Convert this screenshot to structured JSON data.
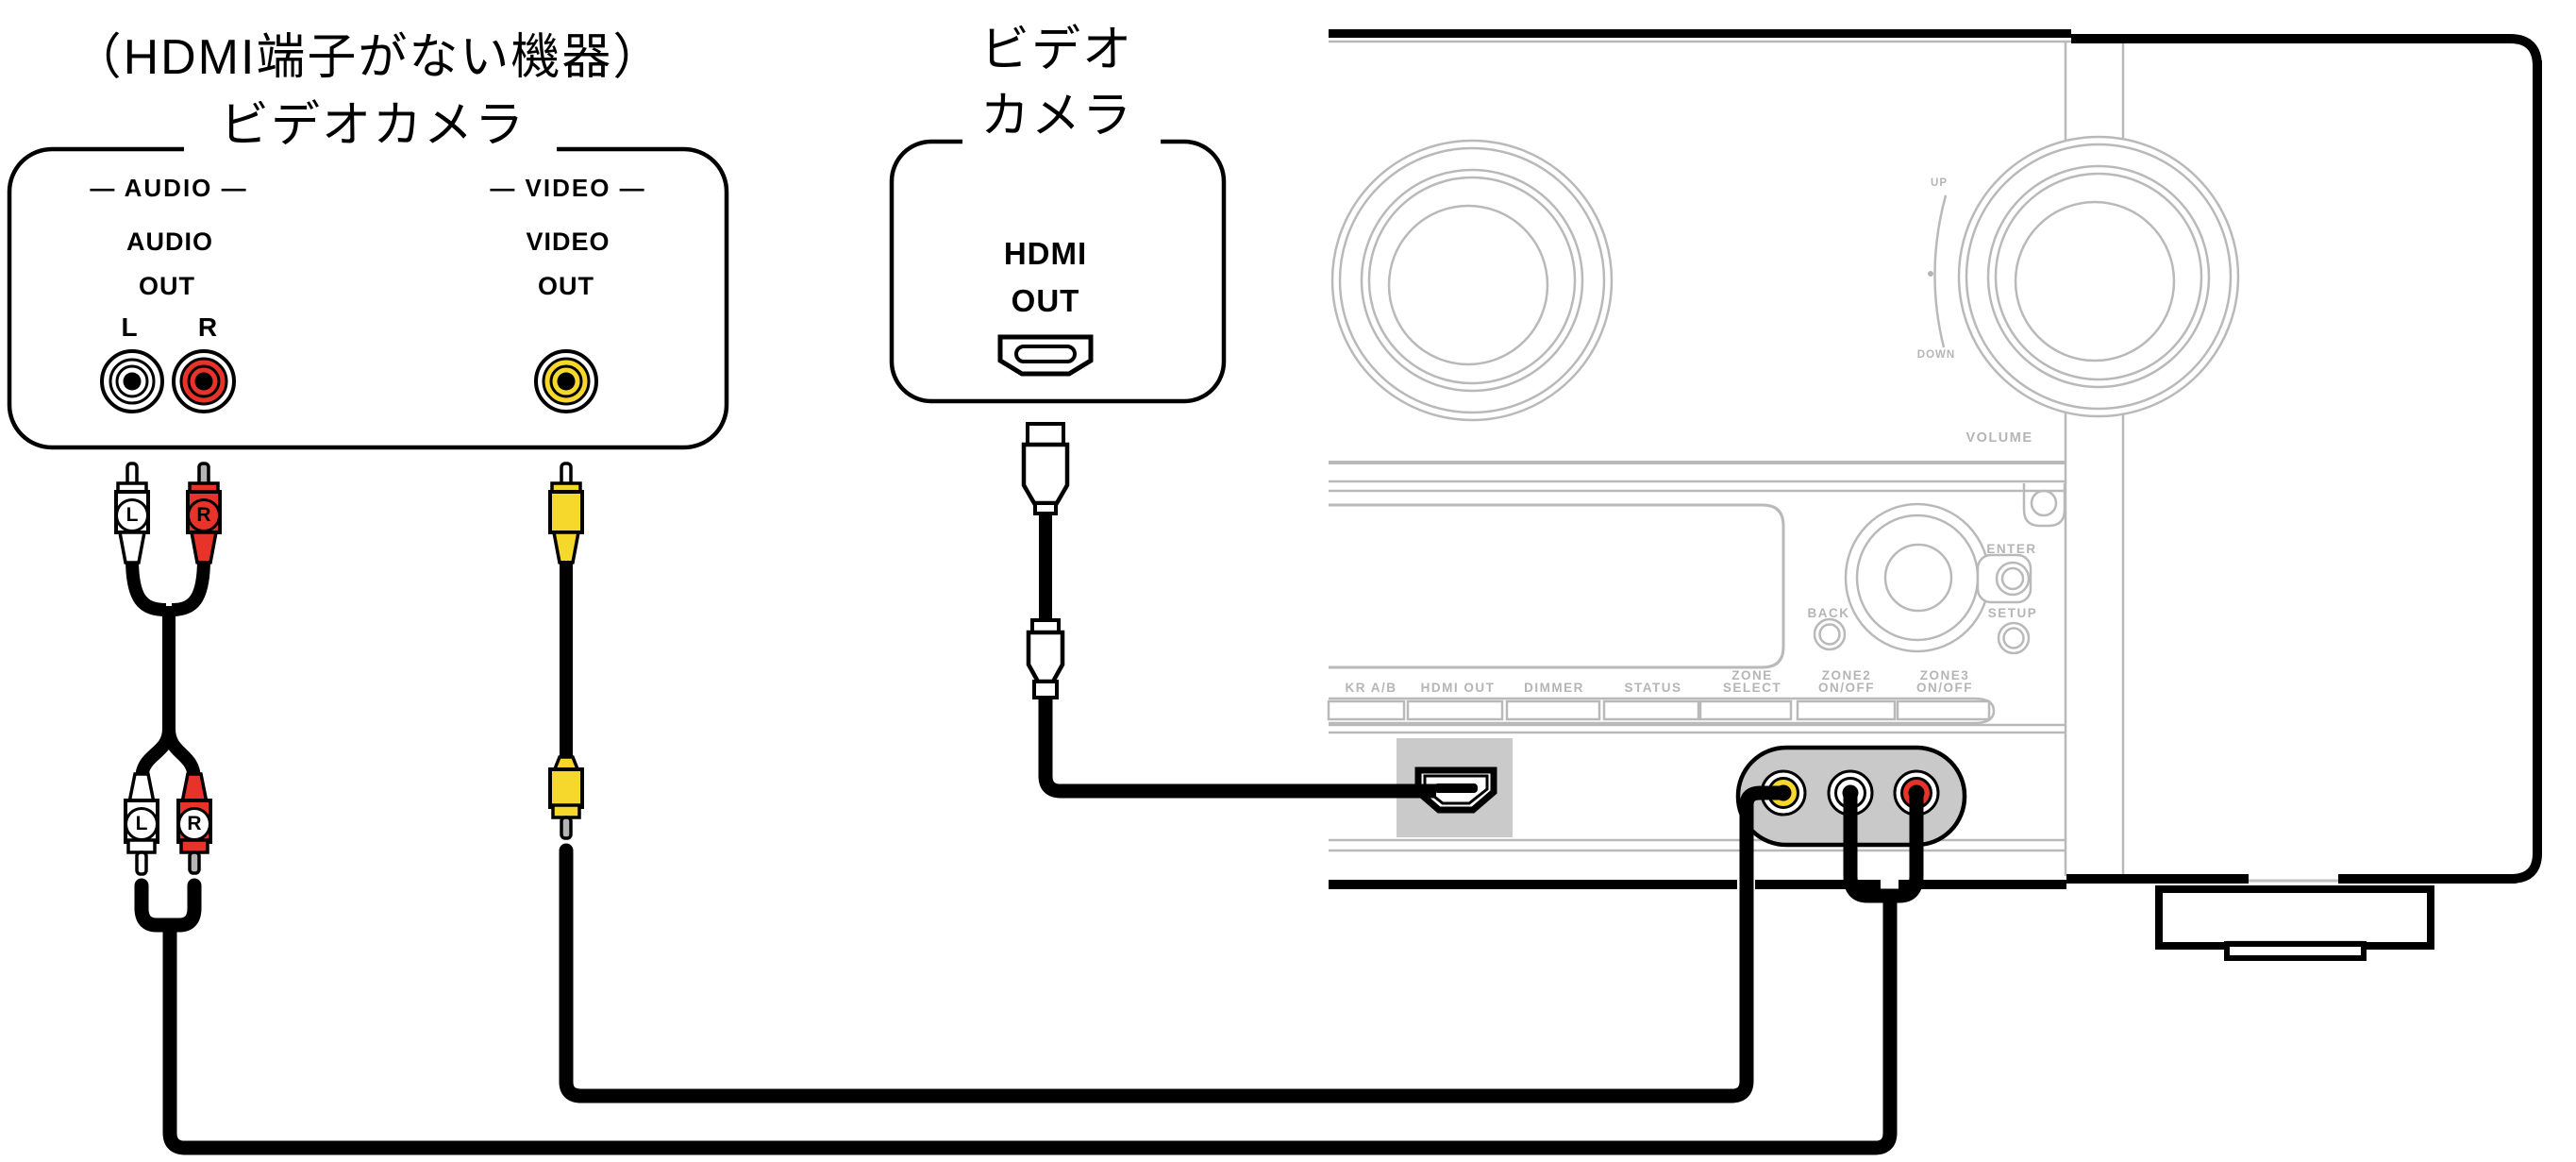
{
  "source_device_analog": {
    "title_line1": "（HDMI端子がない機器）",
    "title_line2": "ビデオカメラ",
    "audio_group_label": "— AUDIO —",
    "video_group_label": "— VIDEO —",
    "audio_out_line1": "AUDIO",
    "audio_out_line2": "OUT",
    "video_out_line1": "VIDEO",
    "video_out_line2": "OUT",
    "jack_left_label": "L",
    "jack_right_label": "R",
    "plug_left_label": "L",
    "plug_right_label": "R"
  },
  "source_device_hdmi": {
    "title_line1": "ビデオ",
    "title_line2": "カメラ",
    "hdmi_out_line1": "HDMI",
    "hdmi_out_line2": "OUT"
  },
  "receiver": {
    "volume_label": "VOLUME",
    "up_label": "UP",
    "down_label": "DOWN",
    "enter_label": "ENTER",
    "back_label": "BACK",
    "setup_label": "SETUP",
    "buttons": [
      {
        "line1": "",
        "line2": "KR A/B"
      },
      {
        "line1": "",
        "line2": "HDMI OUT"
      },
      {
        "line1": "",
        "line2": "DIMMER"
      },
      {
        "line1": "",
        "line2": "STATUS"
      },
      {
        "line1": "ZONE",
        "line2": "SELECT"
      },
      {
        "line1": "ZONE2",
        "line2": "ON/OFF"
      },
      {
        "line1": "ZONE3",
        "line2": "ON/OFF"
      }
    ]
  },
  "colors": {
    "jack_red": "#e8332a",
    "jack_yellow": "#f6d72c",
    "jack_white": "#ffffff",
    "cable_black": "#000000",
    "panel_outline_gray": "#b9b9b9",
    "jack_pod_gray": "#c9c9c9",
    "hdmi_recess_gray": "#cacaca"
  }
}
